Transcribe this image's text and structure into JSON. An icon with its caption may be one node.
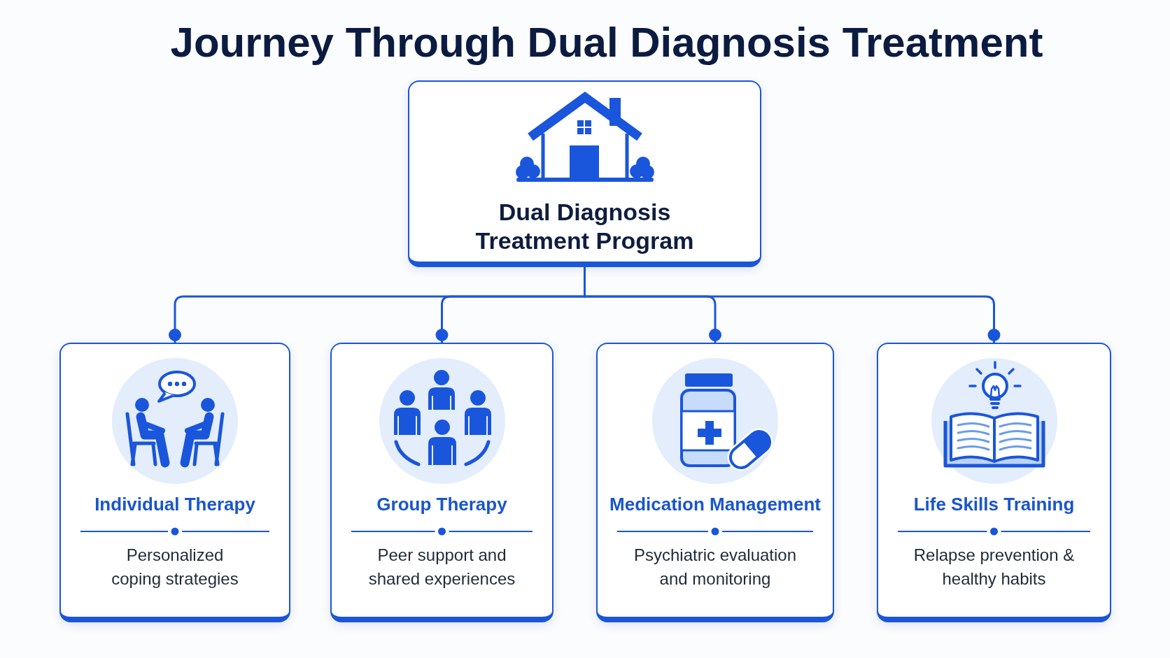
{
  "diagram": {
    "title": "Journey Through Dual Diagnosis Treatment",
    "nodes": [
      {
        "text": [
          "Dual Diagnosis Treatment Program"
        ]
      },
      {
        "text": [
          "Individual Therapy",
          "Personalized coping strategies"
        ]
      },
      {
        "text": [
          "Group Therapy",
          "Peer support and shared experiences"
        ]
      },
      {
        "text": [
          "Medication Management",
          "Psychiatric evaluation and monitoring"
        ]
      },
      {
        "text": [
          "Life Skills Training",
          "Relapse prevention & healthy habits"
        ]
      }
    ],
    "edges": [
      {
        "from": 0,
        "to": 1,
        "arrow": "other"
      },
      {
        "from": 0,
        "to": 2,
        "arrow": "other"
      },
      {
        "from": 0,
        "to": 3,
        "arrow": "other"
      },
      {
        "from": 0,
        "to": 4,
        "arrow": "other"
      }
    ]
  }
}
